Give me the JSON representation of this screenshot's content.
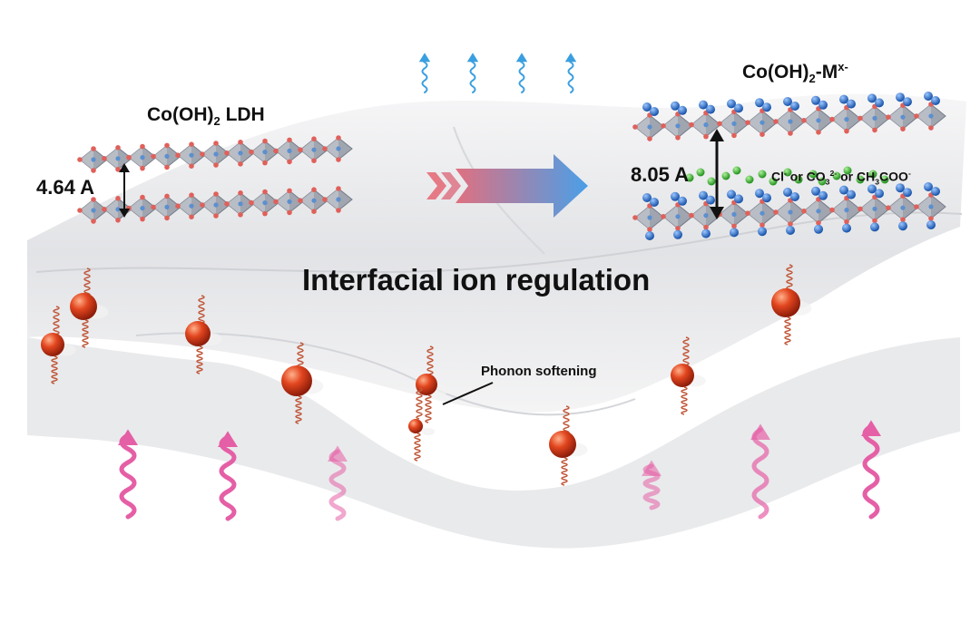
{
  "left_title": {
    "main": "Co(OH)",
    "sub": "2",
    "rest": " LDH"
  },
  "right_title": {
    "main": "Co(OH)",
    "sub": "2",
    "mid": "-M",
    "sup": "x-"
  },
  "left_spacing": "4.64 A",
  "right_spacing": "8.05 A",
  "ions": {
    "cl": "Cl",
    "cl_sup": "-",
    "or1": " or CO",
    "co3_sub": "3",
    "co3_sup": "2-",
    "or2": " or CH",
    "ch3_sub": "3",
    "acetate": "COO",
    "acetate_sup": "-"
  },
  "main_caption": "Interfacial ion regulation",
  "phonon_label": "Phonon softening",
  "colors": {
    "octahedron": "#9aa0aa",
    "oxygen_atom": "#e0605a",
    "cobalt": "#5b8fd0",
    "intercalated_ion": "#2fb52a",
    "adsorbed_ion": "#1f6fd6",
    "phonon_sphere": "#e2461f",
    "pink_wave": "#e55fa6",
    "blue_wave": "#3a9fe0",
    "arrow_start": "#e07080",
    "arrow_end": "#4a9fe8"
  }
}
